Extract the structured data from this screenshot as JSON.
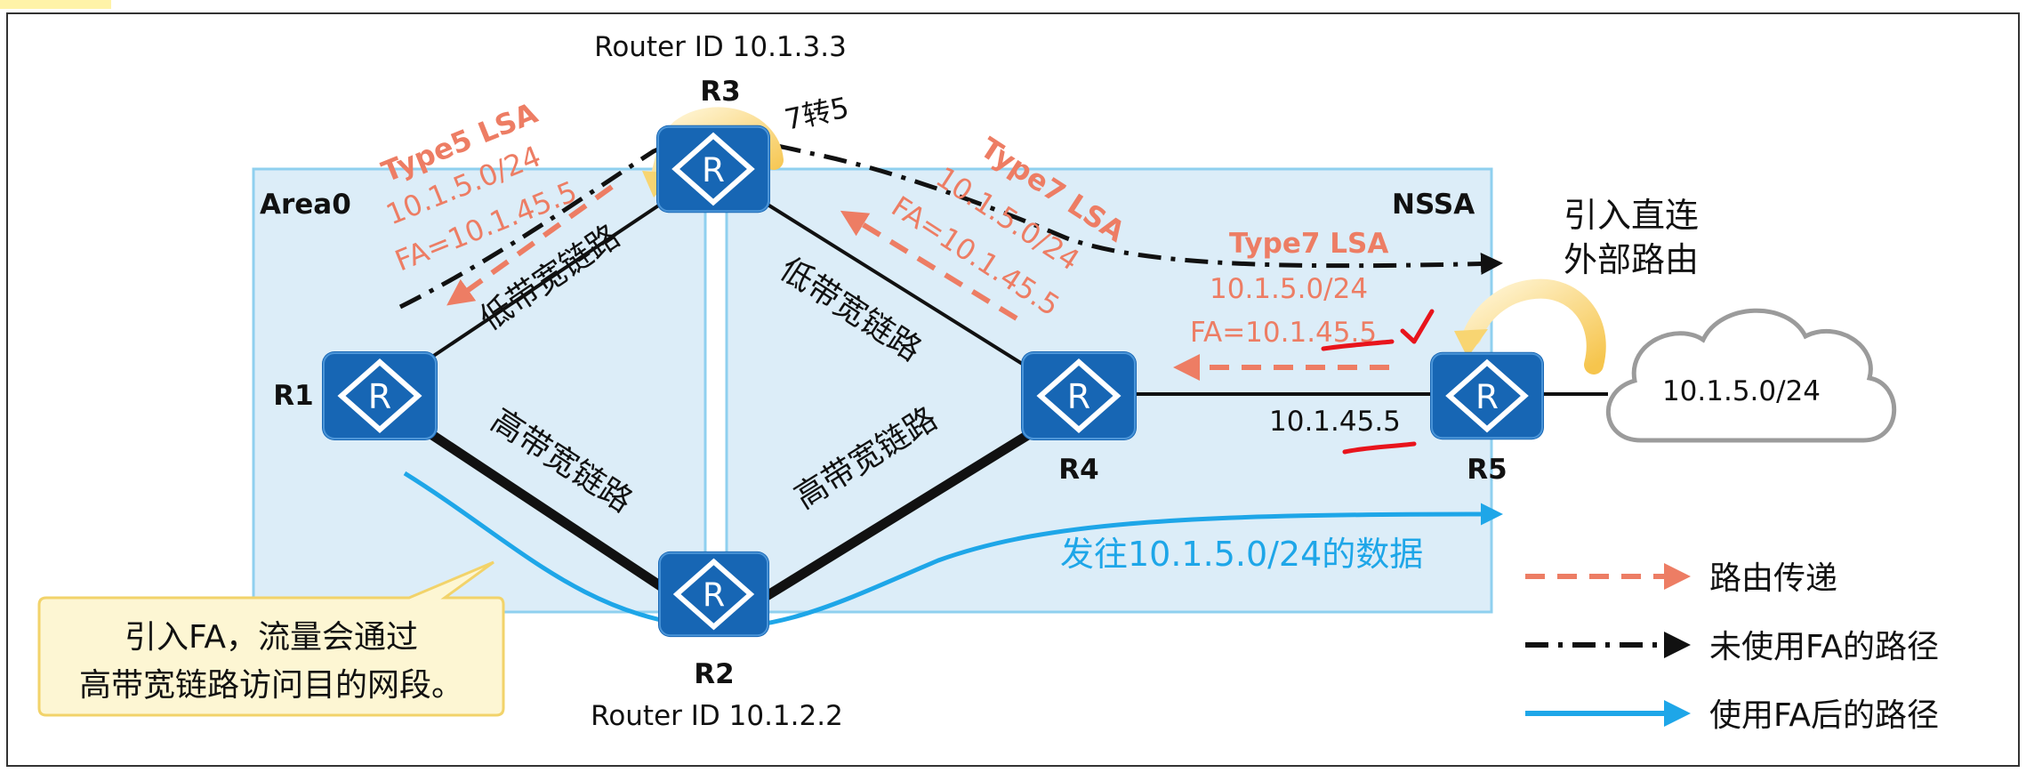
{
  "areas": {
    "area0": "Area0",
    "nssa": "NSSA"
  },
  "routers": {
    "r1": {
      "label": "R1"
    },
    "r2": {
      "label": "R2",
      "router_id": "Router ID 10.1.2.2"
    },
    "r3": {
      "label": "R3",
      "router_id": "Router ID 10.1.3.3"
    },
    "r4": {
      "label": "R4"
    },
    "r5": {
      "label": "R5"
    },
    "router_symbol": "R"
  },
  "links": {
    "r1_r3": "低带宽链路",
    "r3_r4": "低带宽链路",
    "r1_r2": "高带宽链路",
    "r2_r4": "高带宽链路"
  },
  "lsa": {
    "type5": {
      "title": "Type5 LSA",
      "prefix": "10.1.5.0/24",
      "fa": "FA=10.1.45.5"
    },
    "type7_r3": {
      "title": "Type7 LSA",
      "prefix": "10.1.5.0/24",
      "fa": "FA=10.1.45.5"
    },
    "type7_r4": {
      "title": "Type7 LSA",
      "prefix": "10.1.5.0/24",
      "fa": "FA=10.1.45.5"
    }
  },
  "annotations": {
    "translate": "7转5",
    "import_line1": "引入直连",
    "import_line2": "外部路由",
    "r5_address": "10.1.45.5",
    "cloud_prefix": "10.1.5.0/24",
    "data_flow": "发往10.1.5.0/24的数据",
    "callout_line1": "引入FA，流量会通过",
    "callout_line2": "高带宽链路访问目的网段。"
  },
  "legend": {
    "route_propagation": "路由传递",
    "path_without_fa": "未使用FA的路径",
    "path_with_fa": "使用FA后的路径"
  },
  "colors": {
    "lsa_text": "#ed7d64",
    "router_fill": "#1766b4",
    "area_fill": "#dcedf8",
    "area_border": "#8fd0ef",
    "fa_path": "#1ea6e8",
    "handwriting": "#e8141c",
    "callout_fill": "#fdf6d3",
    "callout_border": "#f2d36a"
  }
}
